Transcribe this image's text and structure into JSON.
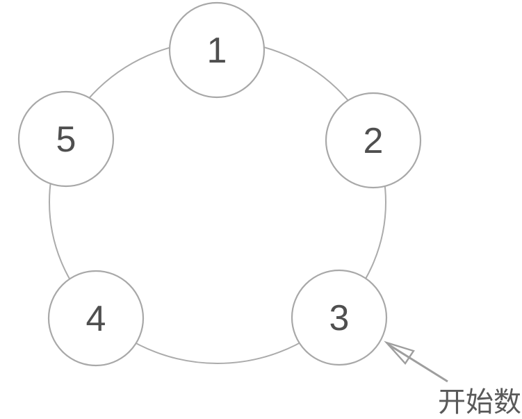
{
  "diagram": {
    "type": "cycle",
    "description_visible": false,
    "nodes": [
      {
        "label": "1"
      },
      {
        "label": "2"
      },
      {
        "label": "3"
      },
      {
        "label": "4"
      },
      {
        "label": "5"
      }
    ],
    "annotation": {
      "label": "开始数",
      "target_node": "3"
    },
    "colors": {
      "ring_stroke": "#ababab",
      "node_stroke": "#a8a8a8",
      "node_fill": "#ffffff",
      "number_text": "#4f4f4f",
      "arrow": "#9e9e9e",
      "annotation_text": "#595959",
      "background": "#ffffff"
    }
  }
}
